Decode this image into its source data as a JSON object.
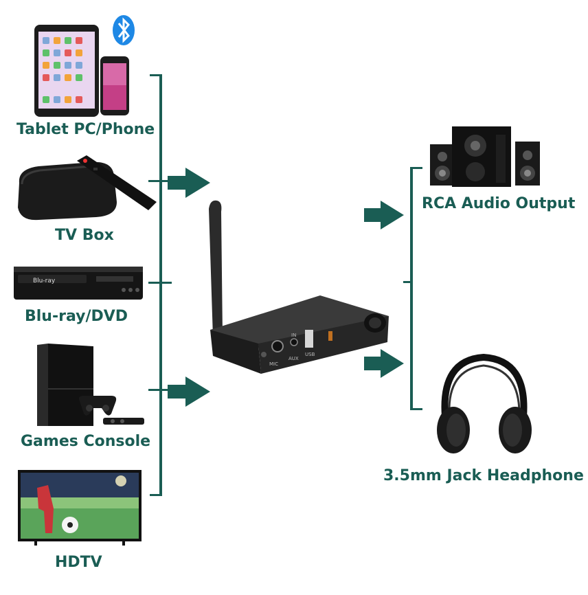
{
  "sources": [
    {
      "label": "Tablet PC/Phone",
      "icon": "tablet-phone-icon"
    },
    {
      "label": "TV Box",
      "icon": "tv-box-icon"
    },
    {
      "label": "Blu-ray/DVD",
      "icon": "bluray-player-icon"
    },
    {
      "label": "Games Console",
      "icon": "game-console-icon"
    },
    {
      "label": "HDTV",
      "icon": "hdtv-icon"
    }
  ],
  "outputs": [
    {
      "label": "RCA Audio Output",
      "icon": "speakers-icon"
    },
    {
      "label": "3.5mm Jack Headphone",
      "icon": "headphones-icon"
    }
  ],
  "device": {
    "icon": "bluetooth-transceiver-icon",
    "port_labels": [
      "MIC",
      "AUX",
      "USB",
      "IN"
    ]
  },
  "colors": {
    "accent": "#1a5d54",
    "device": "#2b2b2b",
    "bluetooth": "#1e88e5"
  }
}
